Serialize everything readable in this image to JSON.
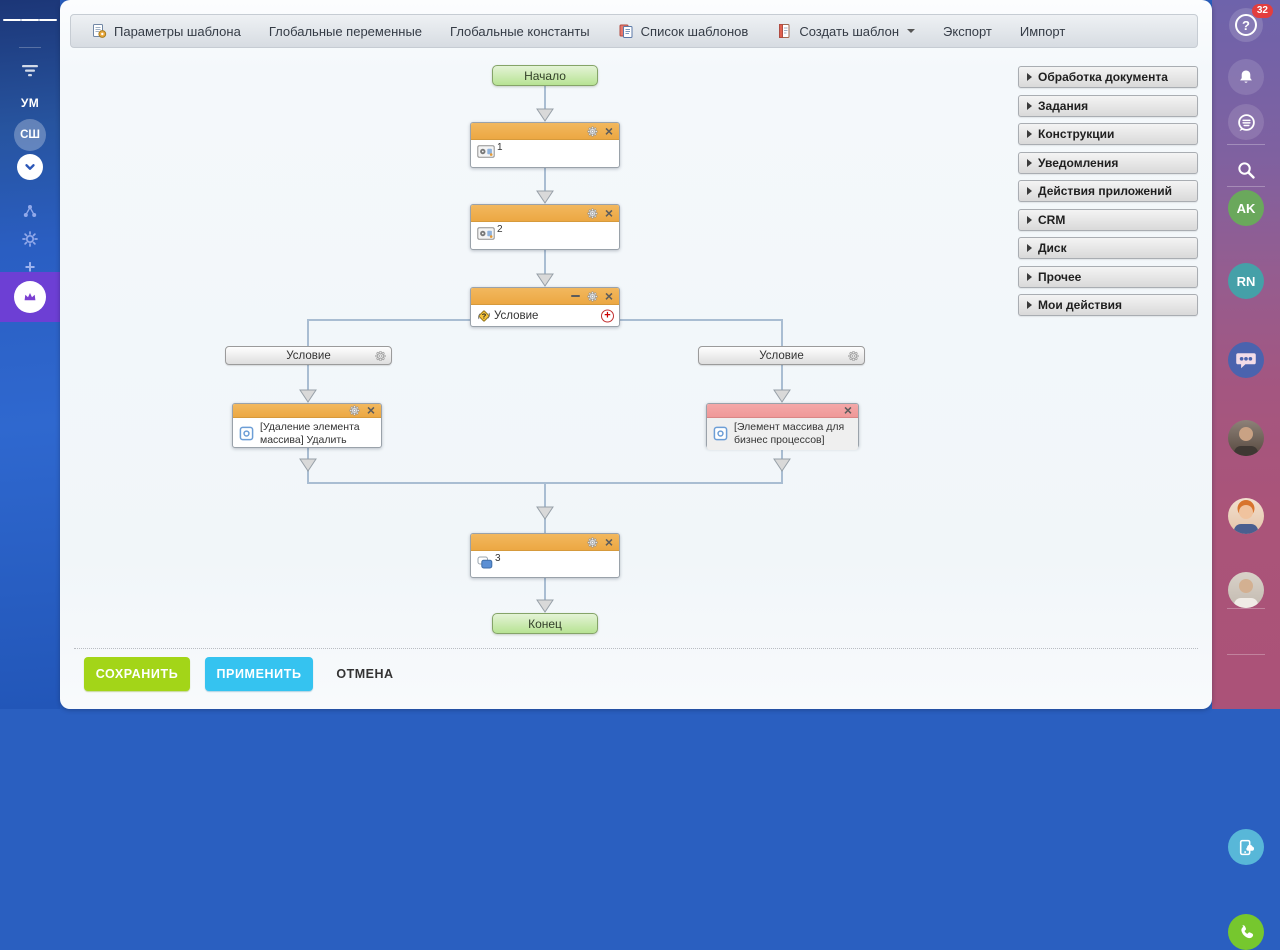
{
  "toolbar": {
    "items": [
      {
        "label": "Параметры шаблона"
      },
      {
        "label": "Глобальные переменные"
      },
      {
        "label": "Глобальные константы"
      },
      {
        "label": "Список шаблонов"
      },
      {
        "label": "Создать шаблон"
      },
      {
        "label": "Экспорт"
      },
      {
        "label": "Импорт"
      }
    ]
  },
  "left_rail": {
    "workspace_initials": "УМ",
    "profile_initials": "СШ"
  },
  "right_rail": {
    "help_badge": "32",
    "avatar_ak": "AK",
    "avatar_rn": "RN"
  },
  "palette": {
    "categories": [
      "Обработка документа",
      "Задания",
      "Конструкции",
      "Уведомления",
      "Действия приложений",
      "CRM",
      "Диск",
      "Прочее",
      "Мои действия"
    ]
  },
  "flowchart": {
    "start_label": "Начало",
    "end_label": "Конец",
    "activities": [
      {
        "number": "1"
      },
      {
        "number": "2"
      },
      {
        "number": "3"
      }
    ],
    "condition": {
      "label": "Условие"
    },
    "branches": [
      {
        "title": "Условие",
        "action": "[Удаление элемента массива] Удалить"
      },
      {
        "title": "Условие",
        "action": "[Элемент массива для бизнес процессов]"
      }
    ]
  },
  "footer": {
    "save": "СОХРАНИТЬ",
    "apply": "ПРИМЕНИТЬ",
    "cancel": "ОТМЕНА"
  },
  "colors": {
    "accent_green": "#a3d518",
    "accent_blue": "#35c3f0",
    "activity_header": "#f0b052",
    "disabled_header": "#f2a2a2",
    "canvas_connector": "#a9bdd2"
  }
}
